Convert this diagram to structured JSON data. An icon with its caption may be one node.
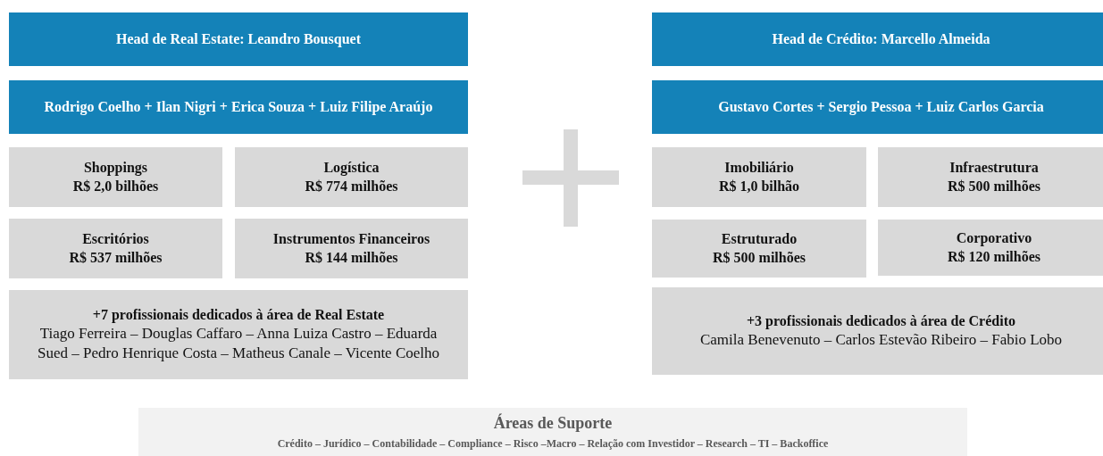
{
  "diagram": {
    "nodes": [
      {
        "text": [
          "Head de Real Estate: Leandro Bousquet"
        ]
      },
      {
        "text": [
          "Rodrigo Coelho + Ilan Nigri + Erica Souza + Luiz Filipe Araújo"
        ]
      },
      {
        "text": [
          "Shoppings",
          "R$ 2,0 bilhões"
        ]
      },
      {
        "text": [
          "Logística",
          "R$ 774 milhões"
        ]
      },
      {
        "text": [
          "Escritórios",
          "R$ 537 milhões"
        ]
      },
      {
        "text": [
          "Instrumentos Financeiros",
          "R$ 144 milhões"
        ]
      },
      {
        "text": [
          "+7 profissionais dedicados à área de Real Estate",
          "Tiago Ferreira – Douglas Caffaro – Anna Luiza Castro – Eduarda Sued – Pedro Henrique Costa – Matheus Canale – Vicente Coelho"
        ]
      },
      {
        "text": [
          "Head de Crédito: Marcello Almeida"
        ]
      },
      {
        "text": [
          "Gustavo Cortes + Sergio Pessoa + Luiz Carlos Garcia"
        ]
      },
      {
        "text": [
          "Imobiliário",
          "R$ 1,0 bilhão"
        ]
      },
      {
        "text": [
          "Infraestrutura",
          "R$ 500 milhões"
        ]
      },
      {
        "text": [
          "Estruturado",
          "R$ 500 milhões"
        ]
      },
      {
        "text": [
          "Corporativo",
          "R$ 120 milhões"
        ]
      },
      {
        "text": [
          "+3 profissionais dedicados à área de Crédito",
          "Camila Benevenuto – Carlos Estevão Ribeiro – Fabio Lobo"
        ]
      },
      {
        "text": [
          "Áreas de Suporte",
          "Crédito – Jurídico – Contabilidade – Compliance – Risco –Macro – Relação com Investidor – Research – TI – Backoffice"
        ]
      }
    ],
    "edges": []
  }
}
